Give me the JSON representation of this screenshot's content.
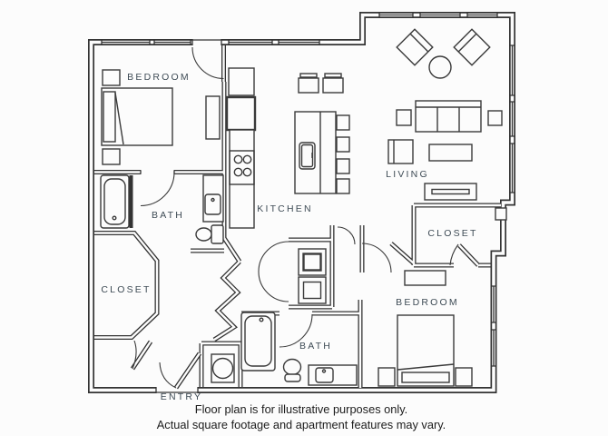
{
  "floorplan": {
    "room_labels": [
      {
        "label": "BEDROOM"
      },
      {
        "label": "BATH"
      },
      {
        "label": "CLOSET"
      },
      {
        "label": "ENTRY"
      },
      {
        "label": "KITCHEN"
      },
      {
        "label": "LIVING"
      },
      {
        "label": "CLOSET"
      },
      {
        "label": "BEDROOM"
      },
      {
        "label": "BATH"
      }
    ],
    "disclaimer": {
      "line1": "Floor plan is for illustrative purposes only.",
      "line2": "Actual square footage and apartment features may vary."
    },
    "colors": {
      "wall": "#333333",
      "room_label": "#3e4b55",
      "disclaimer_text": "#1c1c1c",
      "background": "#fcfcfc"
    }
  }
}
